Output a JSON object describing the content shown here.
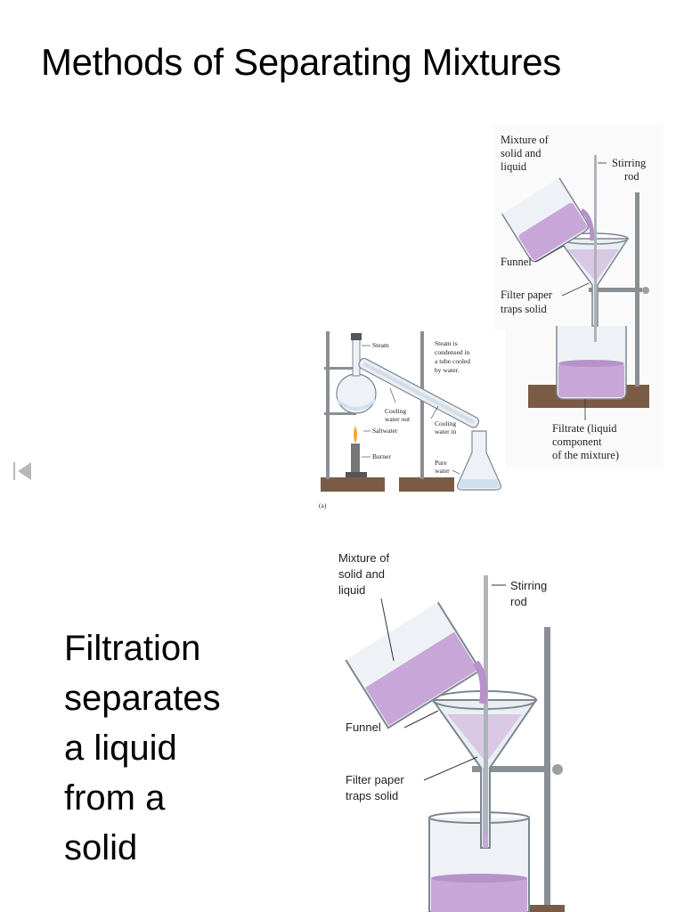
{
  "slide": {
    "title": "Methods of Separating Mixtures",
    "nav": {
      "first_icon": "first-slide-icon"
    }
  },
  "filtration_small": {
    "mixture_label": [
      "Mixture of",
      "solid and",
      "liquid"
    ],
    "stirring_label": [
      "Stirring",
      "rod"
    ],
    "funnel_label": "Funnel",
    "filter_label": [
      "Filter paper",
      "traps solid"
    ],
    "filtrate_label": [
      "Filtrate (liquid",
      "component",
      "of the mixture)"
    ]
  },
  "distillation": {
    "steam_label": "Steam",
    "condensed_label": [
      "Steam is",
      "condensed in",
      "a tube cooled",
      "by water."
    ],
    "cooling_out_label": [
      "Cooling",
      "water out"
    ],
    "saltwater_label": "Saltwater",
    "cooling_in_label": [
      "Cooling",
      "water in"
    ],
    "burner_label": "Burner",
    "pure_water_label": [
      "Pure",
      "water"
    ],
    "panel_label": "(a)"
  },
  "filtration_large": {
    "mixture_label": [
      "Mixture of",
      "solid and",
      "liquid"
    ],
    "stirring_label": [
      "Stirring",
      "rod"
    ],
    "funnel_label": "Funnel",
    "filter_label": [
      "Filter paper",
      "traps solid"
    ]
  },
  "caption": {
    "lines": [
      "Filtration",
      "separates",
      "a liquid",
      "from a",
      "solid"
    ]
  },
  "colors": {
    "liquid": "#c9a6d8",
    "liquid_dark": "#a983bf",
    "glass": "#e9eef3",
    "stand": "#7a5c46",
    "metal": "#8a8f94"
  }
}
